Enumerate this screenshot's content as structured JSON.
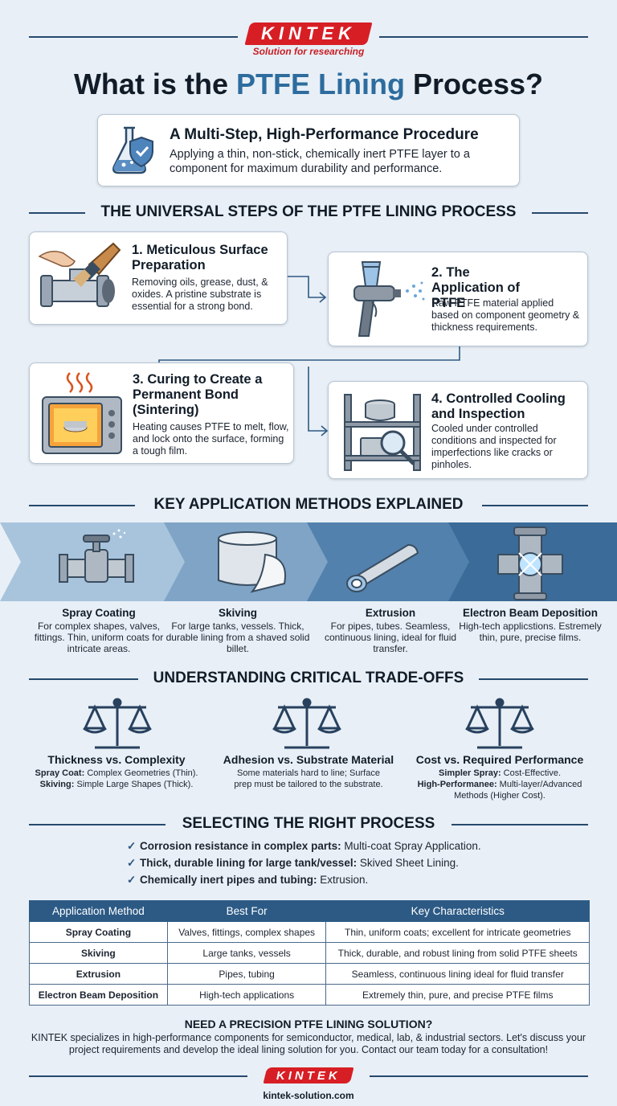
{
  "brand": {
    "name": "KINTEK",
    "tagline": "Solution for researching",
    "website": "kintek-solution.com"
  },
  "title": {
    "prefix": "What is the ",
    "highlight": "PTFE Lining",
    "suffix": " Process?"
  },
  "intro": {
    "heading": "A Multi-Step, High-Performance Procedure",
    "text": "Applying a thin, non-stick, chemically inert PTFE layer to a component for maximum durability and performance.",
    "icon": "flask-shield-icon"
  },
  "steps_section": {
    "heading": "THE UNIVERSAL STEPS OF THE PTFE LINING PROCESS",
    "steps": [
      {
        "title": "1. Meticulous Surface Preparation",
        "text": "Removing oils, grease, dust, & oxides. A pristine substrate is essential for a strong bond.",
        "icon": "brush-pipe-icon"
      },
      {
        "title": "2. The Application of PTFE",
        "text": "Raw PTFE material applied based on component geometry & thickness requirements.",
        "icon": "spray-gun-icon"
      },
      {
        "title": "3. Curing to Create a Permanent Bond (Sintering)",
        "text": "Heating causes PTFE to melt, flow, and lock onto the surface, forming a tough film.",
        "icon": "oven-icon"
      },
      {
        "title": "4. Controlled Cooling and Inspection",
        "text": "Cooled under controlled conditions and inspected for imperfections like cracks or pinholes.",
        "icon": "inspection-rack-icon"
      }
    ]
  },
  "methods_section": {
    "heading": "KEY APPLICATION METHODS EXPLAINED",
    "methods": [
      {
        "title": "Spray Coating",
        "text": "For complex shapes, valves, fittings. Thin, uniform coats for intricate areas.",
        "icon": "valve-icon"
      },
      {
        "title": "Skiving",
        "text": "For large tanks, vessels. Thick, durable lining from a shaved solid billet.",
        "icon": "skived-sheet-icon"
      },
      {
        "title": "Extrusion",
        "text": "For pipes, tubes. Seamless, continuous lining, ideal for fluid transfer.",
        "icon": "tube-icon"
      },
      {
        "title": "Electron Beam Deposition",
        "text": "High-tech applicstions. Estremely thin, pure, precise films.",
        "icon": "electron-beam-icon"
      }
    ]
  },
  "tradeoffs_section": {
    "heading": "UNDERSTANDING CRITICAL TRADE-OFFS",
    "items": [
      {
        "title": "Thickness vs. Complexity",
        "l1_b": "Spray Coat:",
        "l1": " Complex Geometries (Thin).",
        "l2_b": "Skiving:",
        "l2": " Simple Large Shapes (Thick).",
        "icon": "balance-scale-icon"
      },
      {
        "title": "Adhesion vs. Substrate Material",
        "l1_b": "",
        "l1": "Some materials hard to line; Surface",
        "l2_b": "",
        "l2": "prep must be tailored to the substrate.",
        "icon": "balance-scale-icon"
      },
      {
        "title": "Cost vs. Required Performance",
        "l1_b": "Simpler Spray:",
        "l1": " Cost-Effective.",
        "l2_b": "High-Performanee:",
        "l2": " Multi-layer/Advanced",
        "l3": "Methods (Higher Cost).",
        "icon": "balance-scale-icon"
      }
    ]
  },
  "selecting_section": {
    "heading": "SELECTING THE RIGHT PROCESS",
    "checks": [
      {
        "bold": "Corrosion resistance in complex parts:",
        "text": " Multi-coat Spray Application."
      },
      {
        "bold": "Thick, durable lining for large tank/vessel:",
        "text": " Skived Sheet Lining."
      },
      {
        "bold": "Chemically inert pipes and tubing:",
        "text": " Extrusion."
      }
    ],
    "table": {
      "headers": [
        "Application Method",
        "Best For",
        "Key Characteristics"
      ],
      "rows": [
        [
          "Spray Coating",
          "Valves, fittings, complex shapes",
          "Thin, uniform coats; excellent for intricate geometries"
        ],
        [
          "Skiving",
          "Large tanks, vessels",
          "Thick, durable, and robust lining from solid PTFE sheets"
        ],
        [
          "Extrusion",
          "Pipes, tubing",
          "Seamless, continuous lining ideal for fluid transfer"
        ],
        [
          "Electron Beam Deposition",
          "High-tech applications",
          "Extremely thin, pure, and precise PTFE films"
        ]
      ]
    }
  },
  "cta": {
    "heading": "NEED A PRECISION PTFE LINING SOLUTION?",
    "text": "KINTEK specializes in high-performance components for semiconductor, medical, lab, & industrial sectors. Let's discuss your project requirements and develop the ideal lining solution for you. Contact our team today for a consultation!"
  },
  "colors": {
    "brand_red": "#d81e25",
    "navy": "#26496d",
    "accent_blue": "#2d6c9e",
    "table_header": "#2c5a85"
  }
}
